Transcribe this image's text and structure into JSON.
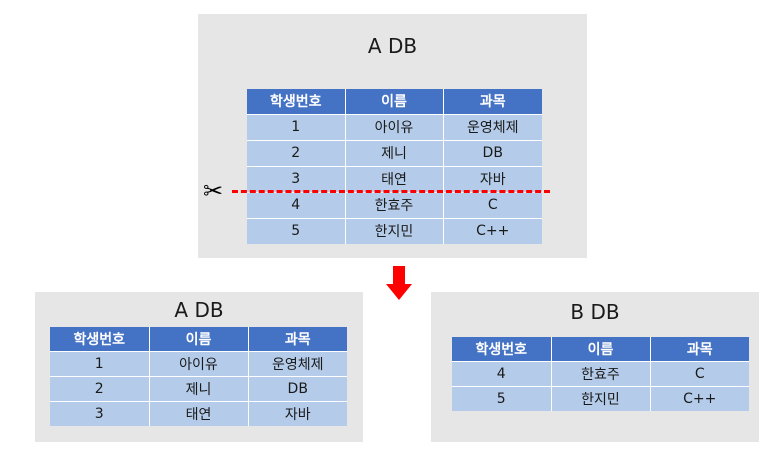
{
  "source_db": {
    "title": "A DB",
    "headers": [
      "학생번호",
      "이름",
      "과목"
    ],
    "rows": [
      [
        "1",
        "아이유",
        "운영체제"
      ],
      [
        "2",
        "제니",
        "DB"
      ],
      [
        "3",
        "태연",
        "자바"
      ],
      [
        "4",
        "한효주",
        "C"
      ],
      [
        "5",
        "한지민",
        "C++"
      ]
    ]
  },
  "split_a": {
    "title": "A DB",
    "headers": [
      "학생번호",
      "이름",
      "과목"
    ],
    "rows": [
      [
        "1",
        "아이유",
        "운영체제"
      ],
      [
        "2",
        "제니",
        "DB"
      ],
      [
        "3",
        "태연",
        "자바"
      ]
    ]
  },
  "split_b": {
    "title": "B DB",
    "headers": [
      "학생번호",
      "이름",
      "과목"
    ],
    "rows": [
      [
        "4",
        "한효주",
        "C"
      ],
      [
        "5",
        "한지민",
        "C++"
      ]
    ]
  },
  "colors": {
    "header": "#4472c4",
    "cell": "#b4cce9",
    "panel": "#e7e6e6",
    "cut": "#ff0000",
    "arrow": "#ff0000"
  },
  "icons": {
    "cut": "scissors-icon",
    "flow": "arrow-down-icon"
  }
}
